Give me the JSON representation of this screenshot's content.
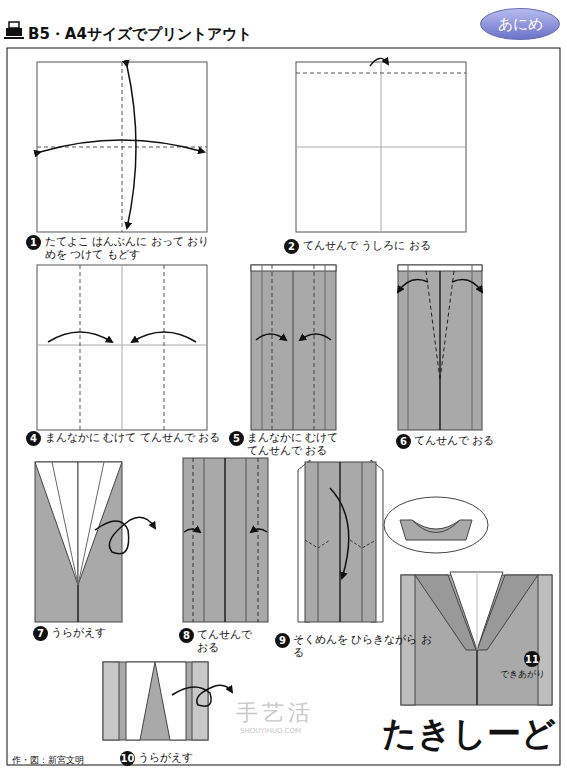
{
  "diagram": {
    "title": "たきしーど",
    "nodes": [
      {
        "text": [
          "あにめ"
        ]
      },
      {
        "text": [
          "1"
        ]
      },
      {
        "text": [
          "2"
        ]
      },
      {
        "text": [
          "4"
        ]
      },
      {
        "text": [
          "5"
        ]
      },
      {
        "text": [
          "6"
        ]
      },
      {
        "text": [
          "7"
        ]
      },
      {
        "text": [
          "8"
        ]
      },
      {
        "text": [
          "9"
        ]
      },
      {
        "text": [
          "10"
        ]
      },
      {
        "text": [
          "11"
        ]
      }
    ],
    "labels": [
      "B5・A4サイズでプリントアウト",
      "たてよこ はんぶんに おって おりめを つけて もどす",
      "てんせんで うしろに おる",
      "まんなかに むけて てんせんで おる",
      "まんなかに むけて てんせんで おる",
      "てんせんで おる",
      "うらがえす",
      "てんせんで おる",
      "そくめんを ひらきながら おる",
      "うらがえす",
      "できあがり",
      "作・図：新宮文明",
      "手艺活",
      "SHOUYIHUO.COM"
    ]
  }
}
